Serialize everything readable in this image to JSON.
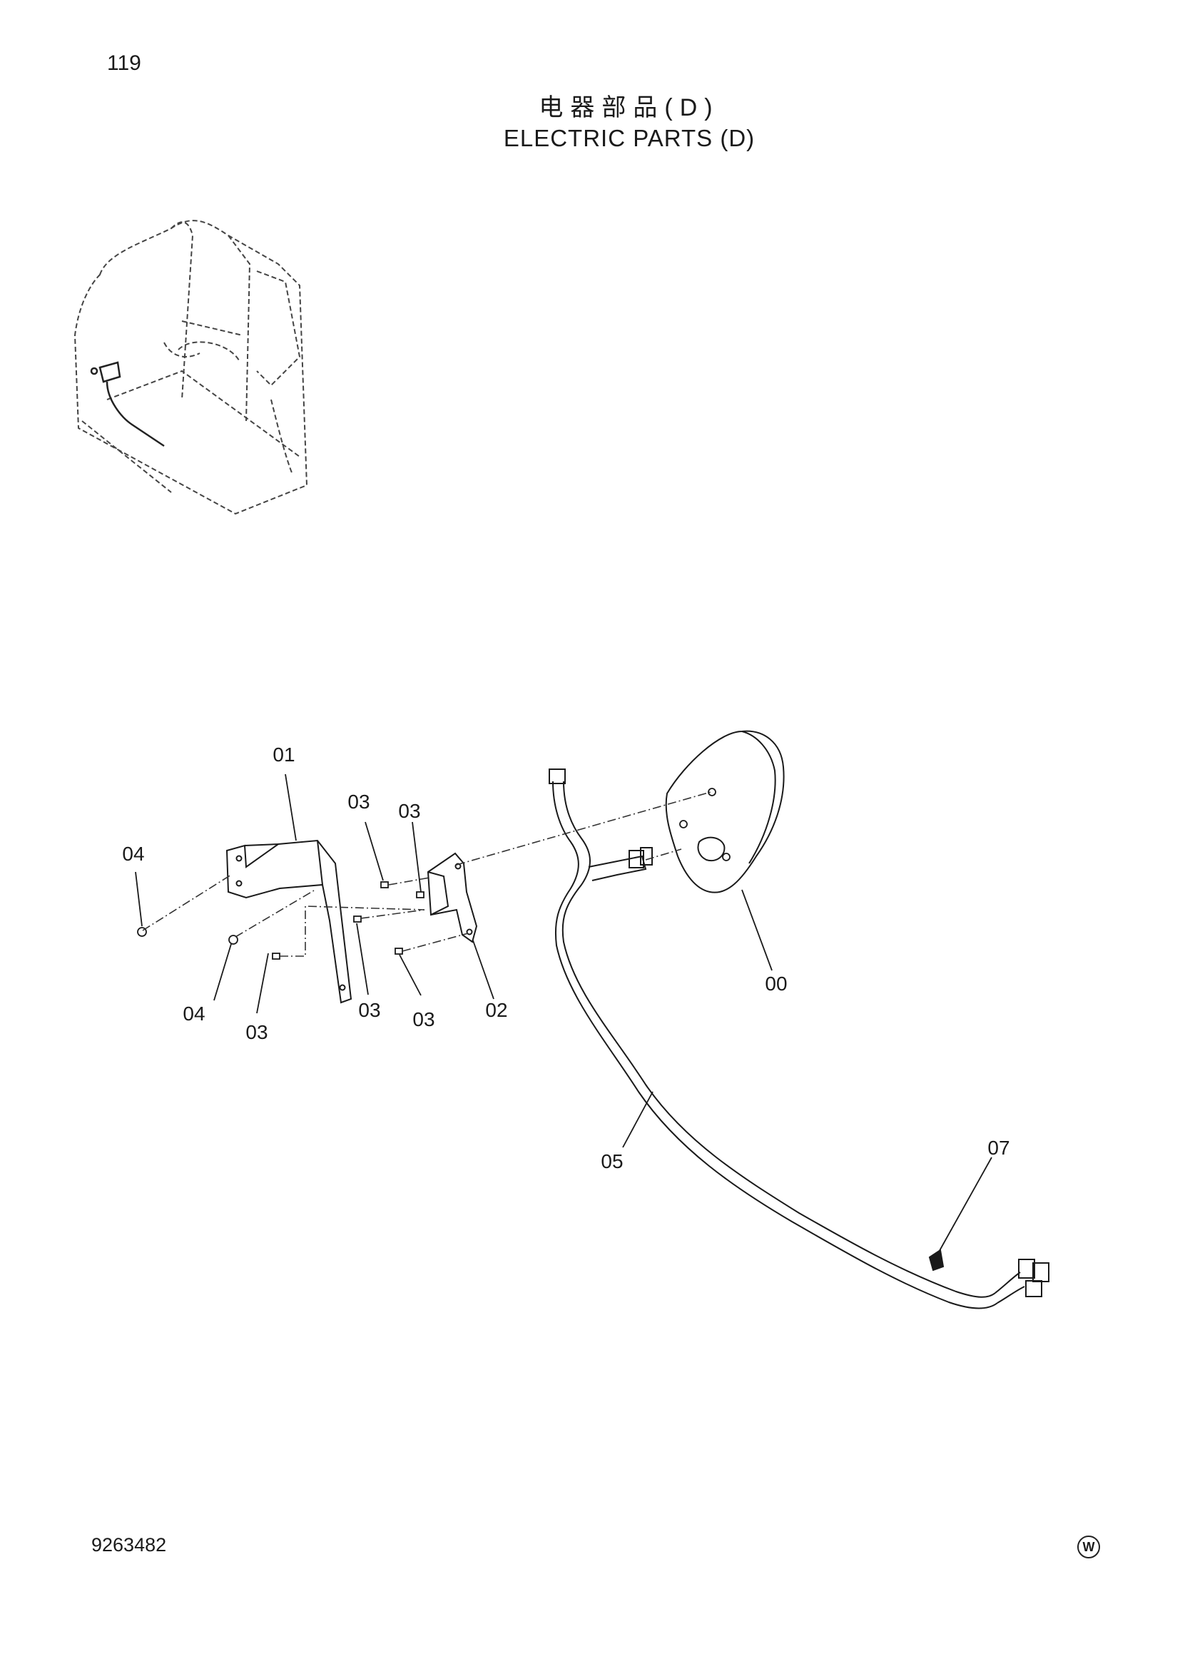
{
  "header": {
    "page_number": "119",
    "title_cn": "电器部品(D)",
    "title_en": "ELECTRIC PARTS (D)"
  },
  "callouts": {
    "c00": "00",
    "c01": "01",
    "c02": "02",
    "c03a": "03",
    "c03b": "03",
    "c03c": "03",
    "c03d": "03",
    "c03e": "03",
    "c04a": "04",
    "c04b": "04",
    "c05": "05",
    "c07": "07"
  },
  "footer": {
    "doc_number": "9263482",
    "brand_mark": "W"
  }
}
